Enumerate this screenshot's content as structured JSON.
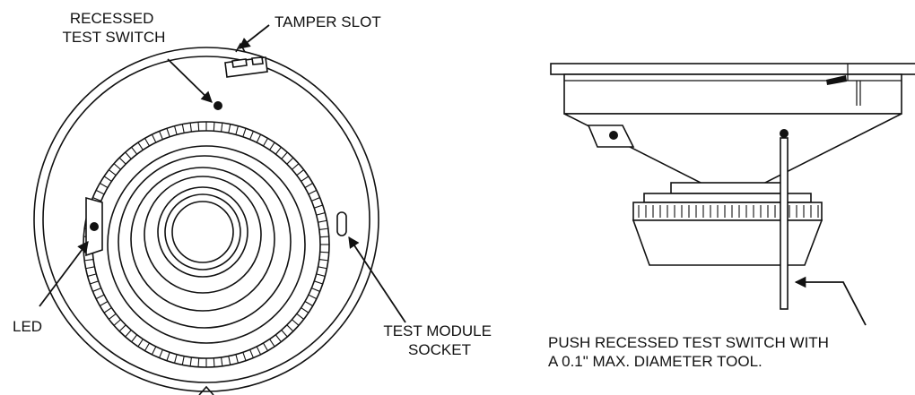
{
  "labels": {
    "recessed_test_switch": [
      "RECESSED",
      "TEST SWITCH"
    ],
    "tamper_slot": "TAMPER SLOT",
    "led": "LED",
    "test_module_socket": [
      "TEST MODULE",
      "SOCKET"
    ],
    "push_instruction": [
      "PUSH RECESSED TEST SWITCH WITH",
      "A 0.1\" MAX. DIAMETER TOOL."
    ]
  },
  "colors": {
    "line": "#111111",
    "background": "#ffffff"
  }
}
